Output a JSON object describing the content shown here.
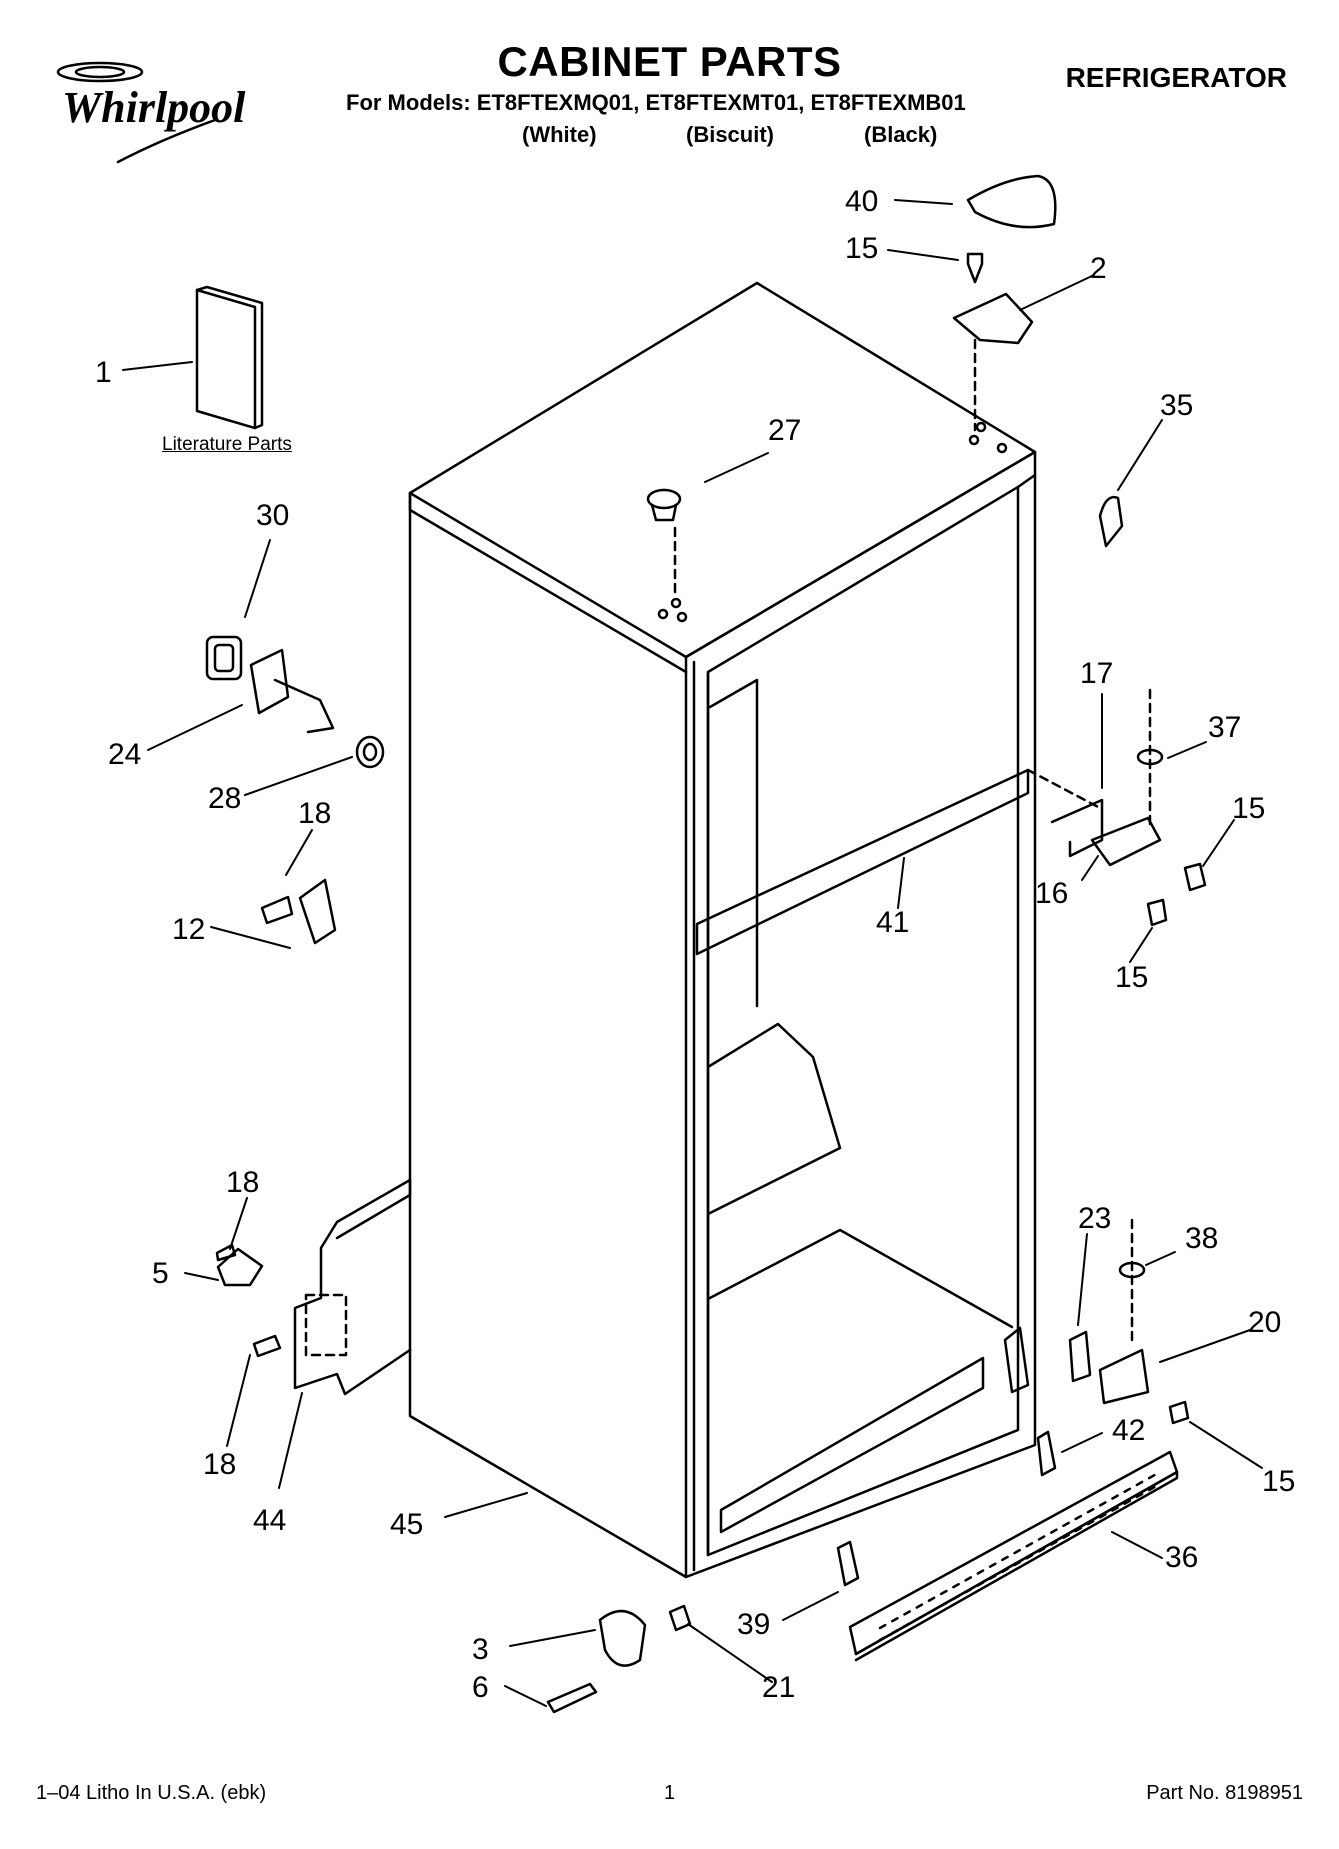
{
  "brand": "Whirlpool",
  "title": "CABINET PARTS",
  "models_line": "For Models: ET8FTEXMQ01, ET8FTEXMT01, ET8FTEXMB01",
  "colors": [
    "(White)",
    "(Biscuit)",
    "(Black)"
  ],
  "product": "REFRIGERATOR",
  "literature_label": "Literature Parts",
  "footer": {
    "left": "1–04 Litho In U.S.A. (ebk)",
    "center": "1",
    "right": "Part No. 8198951"
  },
  "callouts": [
    "40",
    "15",
    "2",
    "1",
    "27",
    "35",
    "30",
    "24",
    "28",
    "18",
    "12",
    "17",
    "37",
    "15",
    "16",
    "15",
    "41",
    "18",
    "5",
    "18",
    "44",
    "45",
    "23",
    "38",
    "20",
    "42",
    "15",
    "36",
    "39",
    "3",
    "6",
    "21"
  ]
}
